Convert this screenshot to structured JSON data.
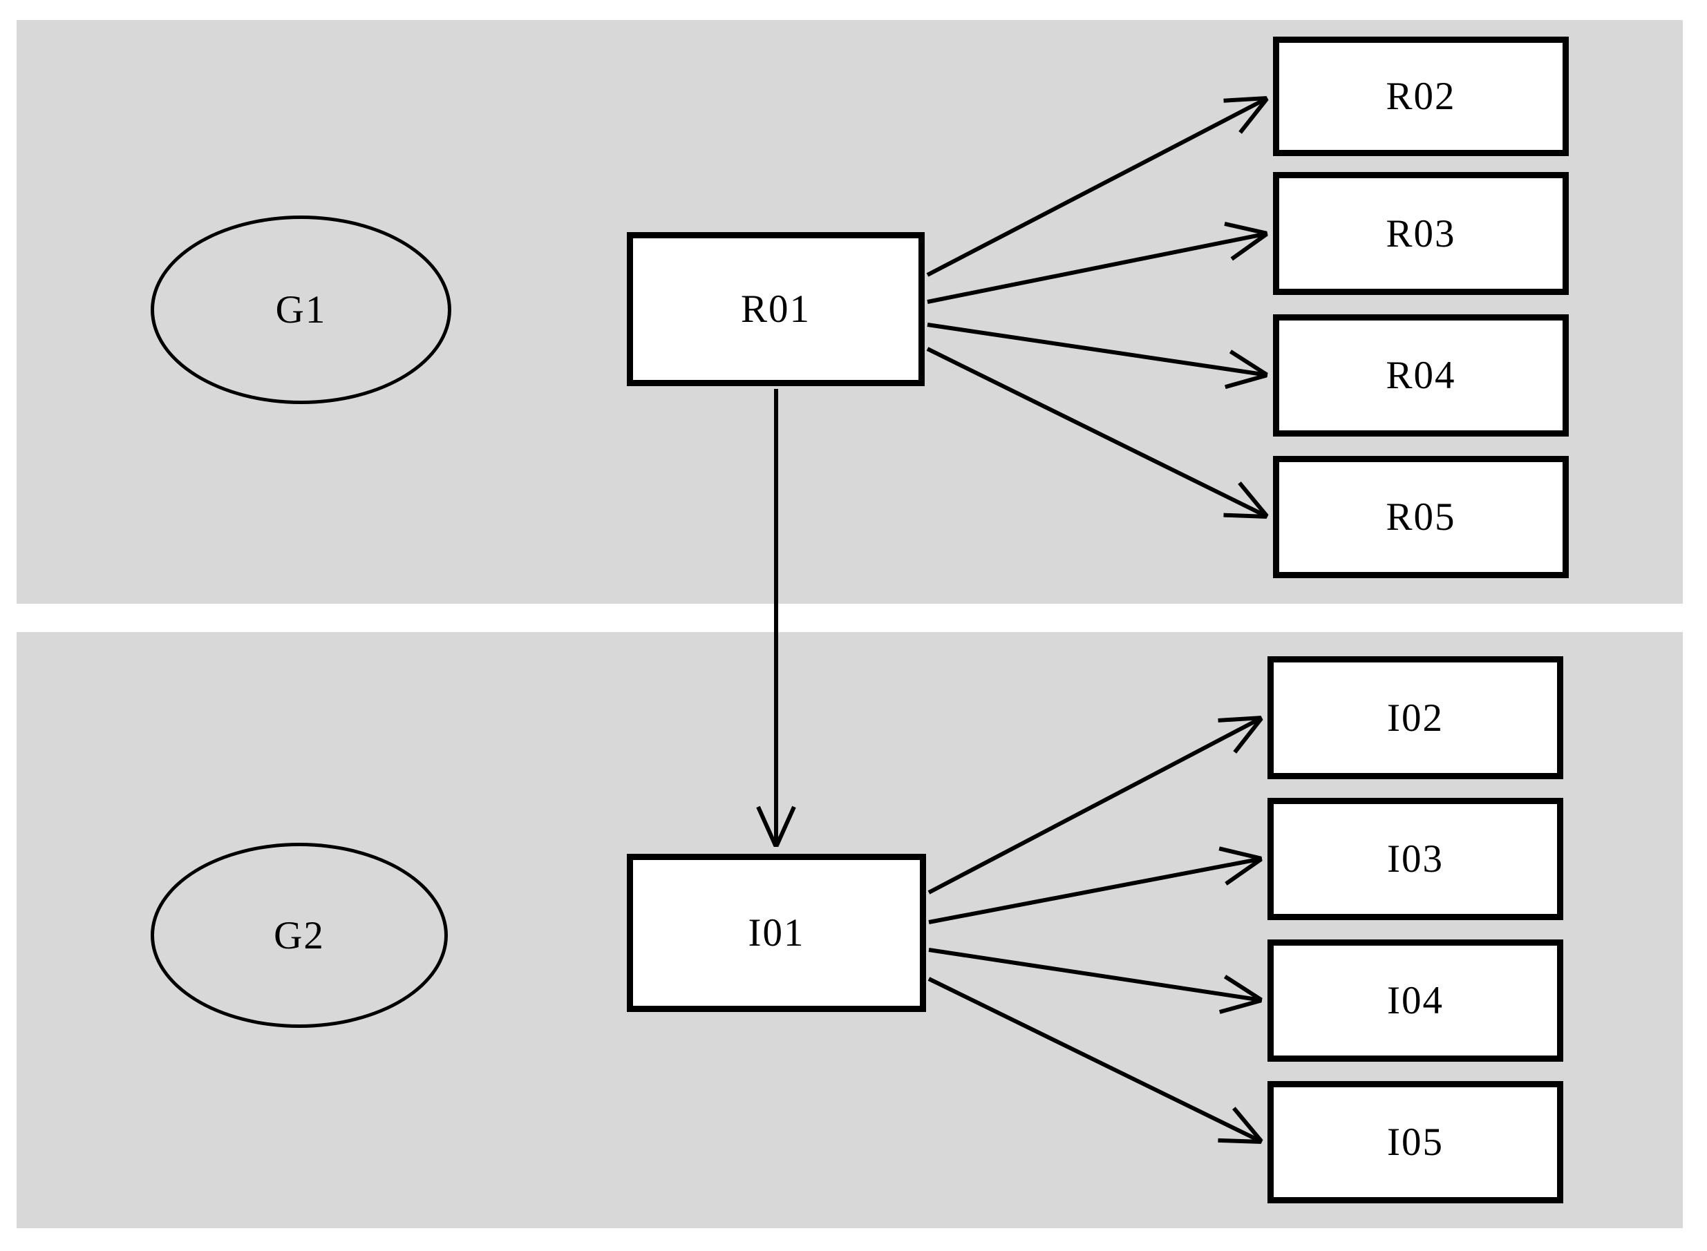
{
  "diagram": {
    "type": "grouped path/flow diagram",
    "colors": {
      "page_bg": "#ffffff",
      "panel_bg": "#d8d8d8",
      "node_fill": "#ffffff",
      "stroke": "#000000",
      "text": "#000000"
    },
    "panels": [
      {
        "name": "group-1-panel",
        "ellipse_label": "G1",
        "hub_label": "R01",
        "leaf_labels": [
          "R02",
          "R03",
          "R04",
          "R05"
        ]
      },
      {
        "name": "group-2-panel",
        "ellipse_label": "G2",
        "hub_label": "I01",
        "leaf_labels": [
          "I02",
          "I03",
          "I04",
          "I05"
        ]
      }
    ],
    "nodes": {
      "g1": {
        "label": "G1",
        "shape": "ellipse"
      },
      "r01": {
        "label": "R01",
        "shape": "rectangle"
      },
      "r02": {
        "label": "R02",
        "shape": "rectangle"
      },
      "r03": {
        "label": "R03",
        "shape": "rectangle"
      },
      "r04": {
        "label": "R04",
        "shape": "rectangle"
      },
      "r05": {
        "label": "R05",
        "shape": "rectangle"
      },
      "g2": {
        "label": "G2",
        "shape": "ellipse"
      },
      "i01": {
        "label": "I01",
        "shape": "rectangle"
      },
      "i02": {
        "label": "I02",
        "shape": "rectangle"
      },
      "i03": {
        "label": "I03",
        "shape": "rectangle"
      },
      "i04": {
        "label": "I04",
        "shape": "rectangle"
      },
      "i05": {
        "label": "I05",
        "shape": "rectangle"
      }
    },
    "edges": [
      {
        "from": "R01",
        "to": "R02",
        "arrow": "open"
      },
      {
        "from": "R01",
        "to": "R03",
        "arrow": "open"
      },
      {
        "from": "R01",
        "to": "R04",
        "arrow": "open"
      },
      {
        "from": "R01",
        "to": "R05",
        "arrow": "open"
      },
      {
        "from": "R01",
        "to": "I01",
        "arrow": "open"
      },
      {
        "from": "I01",
        "to": "I02",
        "arrow": "open"
      },
      {
        "from": "I01",
        "to": "I03",
        "arrow": "open"
      },
      {
        "from": "I01",
        "to": "I04",
        "arrow": "open"
      },
      {
        "from": "I01",
        "to": "I05",
        "arrow": "open"
      }
    ]
  }
}
